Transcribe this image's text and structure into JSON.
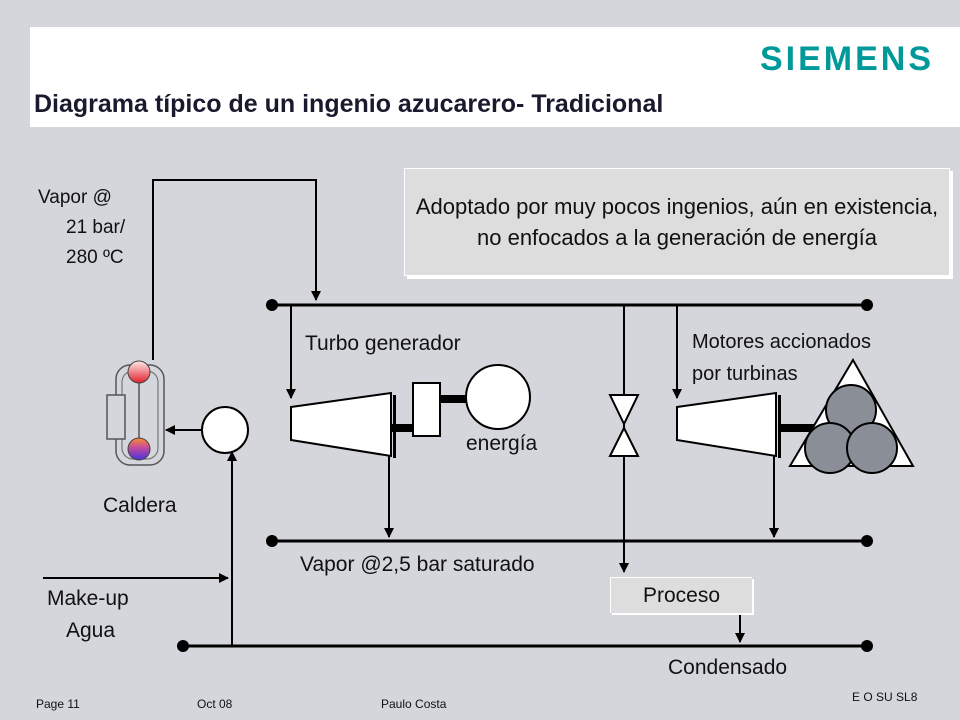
{
  "logo": "SIEMENS",
  "title": "Diagrama típico de un ingenio azucarero- Tradicional",
  "callout": "Adoptado por muy pocos ingenios, aún en existencia, no enfocados a la generación de energía",
  "labels": {
    "vapor_line1": "Vapor  @",
    "vapor_line2": "21 bar/",
    "vapor_line3": "280 ºC",
    "turbo_generador": "Turbo generador",
    "energia": "energía",
    "motores_line1": "Motores accionados",
    "motores_line2": "por turbinas",
    "caldera": "Caldera",
    "vapor_saturado": "Vapor @2,5 bar saturado",
    "proceso": "Proceso",
    "makeup_line1": "Make-up",
    "makeup_line2": "Agua",
    "condensado": "Condensado"
  },
  "footer": {
    "page": "Page 11",
    "date": "Oct 08",
    "author": "Paulo Costa",
    "code": "E O SU SL8"
  },
  "colors": {
    "brand": "#009999",
    "background": "#d4d6dc",
    "title": "#1a1a2e",
    "machine_gray": "#8a8e97"
  }
}
